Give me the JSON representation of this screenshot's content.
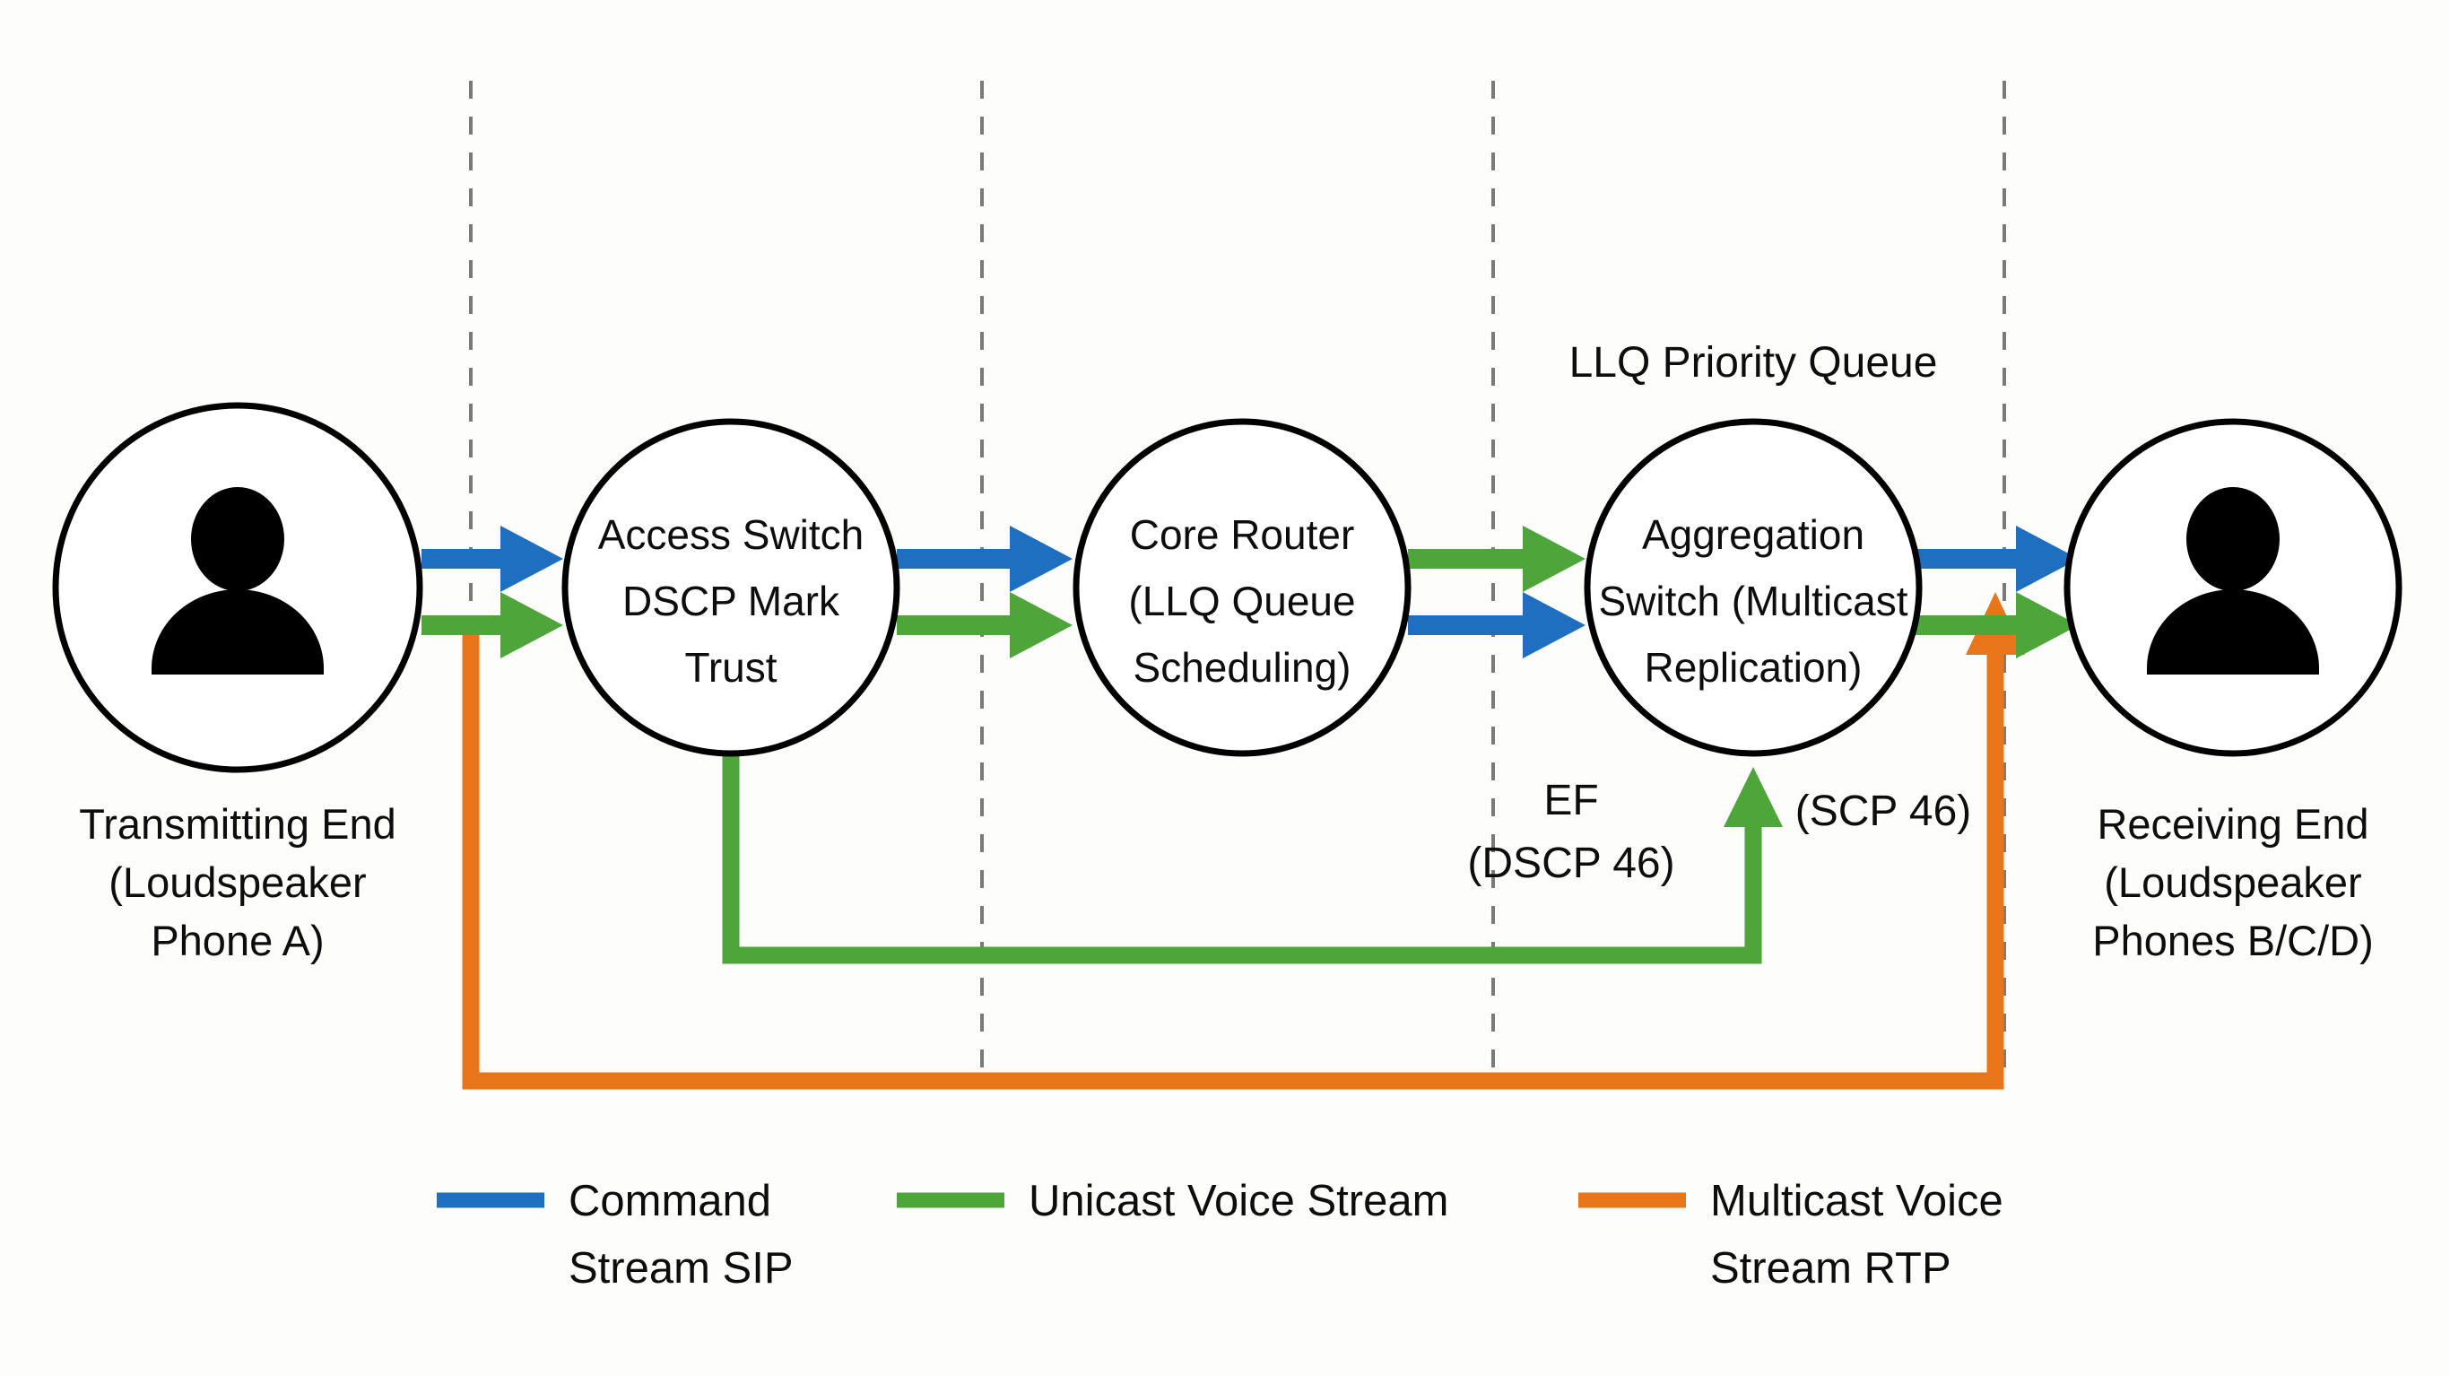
{
  "title": "QoS Voice Path Network Diagram",
  "colors": {
    "command_blue": "#1f6fc0",
    "unicast_green": "#4ea53a",
    "multicast_orange": "#e8751a",
    "node_stroke": "#000000",
    "zone_divider": "#7a7a7a",
    "background": "#fdfdfc",
    "text": "#0d0d0d"
  },
  "nodes": [
    {
      "id": "transmitting-end",
      "icon": "person-icon",
      "inside_lines": [],
      "caption_lines": [
        "Transmitting End",
        "(Loudspeaker",
        "Phone A)"
      ]
    },
    {
      "id": "access-switch",
      "icon": "",
      "inside_lines": [
        "Access Switch",
        "DSCP Mark",
        "Trust"
      ],
      "caption_lines": []
    },
    {
      "id": "core-router",
      "icon": "",
      "inside_lines": [
        "Core Router",
        "(LLQ Queue",
        "Scheduling)"
      ],
      "caption_lines": []
    },
    {
      "id": "aggregation-switch",
      "icon": "",
      "inside_lines": [
        "Aggregation",
        "Switch (Multicast",
        "Replication)"
      ],
      "caption_lines": []
    },
    {
      "id": "receiving-end",
      "icon": "person-icon",
      "inside_lines": [],
      "caption_lines": [
        "Receiving End",
        "(Loudspeaker",
        "Phones B/C/D)"
      ]
    }
  ],
  "annotations": {
    "llq_priority_queue": "LLQ Priority Queue",
    "ef_label_line1": "EF",
    "ef_label_line2": "(DSCP 46)",
    "scp_label": "(SCP 46)"
  },
  "legend": {
    "items": [
      {
        "color_key": "command_blue",
        "lines": [
          "Command",
          "Stream SIP"
        ]
      },
      {
        "color_key": "unicast_green",
        "lines": [
          "Unicast Voice Stream"
        ]
      },
      {
        "color_key": "multicast_orange",
        "lines": [
          "Multicast Voice",
          "Stream RTP"
        ]
      }
    ]
  },
  "zone_dividers": {
    "count": 4,
    "x_positions": [
      525,
      1095,
      1665,
      2235
    ]
  }
}
